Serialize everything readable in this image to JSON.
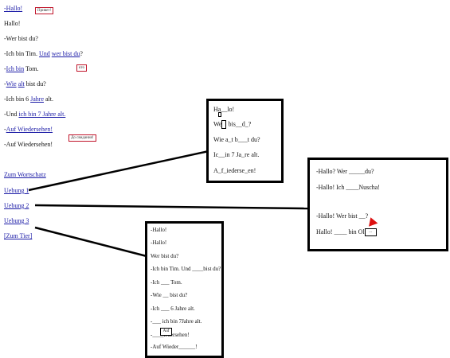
{
  "dialog": [
    {
      "text": "-Hallo!",
      "kind": "plain"
    },
    {
      "text": " Hallo!",
      "kind": "plain"
    },
    {
      "text": "-Wer bist du?",
      "kind": "plain"
    },
    {
      "pre": "-Ich bin Tim. ",
      "link1": "Und",
      "mid": " ",
      "link2": "wer bist du",
      "post": "?"
    },
    {
      "pre": "-",
      "link1": "Ich bin",
      "post": " Tom."
    },
    {
      "pre": "-",
      "link1": "Wie",
      "mid": " ",
      "link2": "alt",
      "post": " bist du?"
    },
    {
      "pre": "-Ich bin 6 ",
      "link1": "Jahre",
      "post": " alt."
    },
    {
      "pre": "-Und ",
      "link1": "ich bin 7 Jahre alt."
    },
    {
      "pre": "-",
      "link1": "Auf Wiedersehen!"
    },
    {
      "text": "-Auf Wiedersehen!",
      "kind": "plain"
    }
  ],
  "translations": {
    "hallo": "Привет!",
    "wer": "кто",
    "bye": "До свидания!"
  },
  "nav": {
    "wortschatz": "Zum Wortschatz",
    "u1": "Uebung 1",
    "u2": "Uebung 2",
    "u3": "Uebung 3",
    "tier": "[Zum Tier]"
  },
  "panel1": {
    "r1": "Ha__lo!",
    "r2a": "We",
    "r2b": " bis__d_?",
    "r3": "Wie a_t b___t du?",
    "r4": "Ic__in 7 Ja_re alt.",
    "r5": "A_f_iederse_en!"
  },
  "panel2": {
    "r1": "-Hallo? Wer _____du?",
    "r2": "-Hallo! Ich ____Nuscha!",
    "r3": "-Hallo! Wer bist __?",
    "r4": "Hallo! ____ bin Ol",
    "r4box": "..."
  },
  "panel3": {
    "rows": [
      "-Hallo!",
      "-Hallo!",
      " Wer bist du?",
      "-Ich bin Tim. Und ____bist du?",
      "-Ich ___ Tom.",
      "-Wie __ bist du?",
      "-Ich ___ 6 Jahre alt.",
      "-___ ich bin 7Jahre alt.",
      "-____iedersehen!",
      "-Auf Wieder______!"
    ],
    "boxlabel": "Auf"
  }
}
